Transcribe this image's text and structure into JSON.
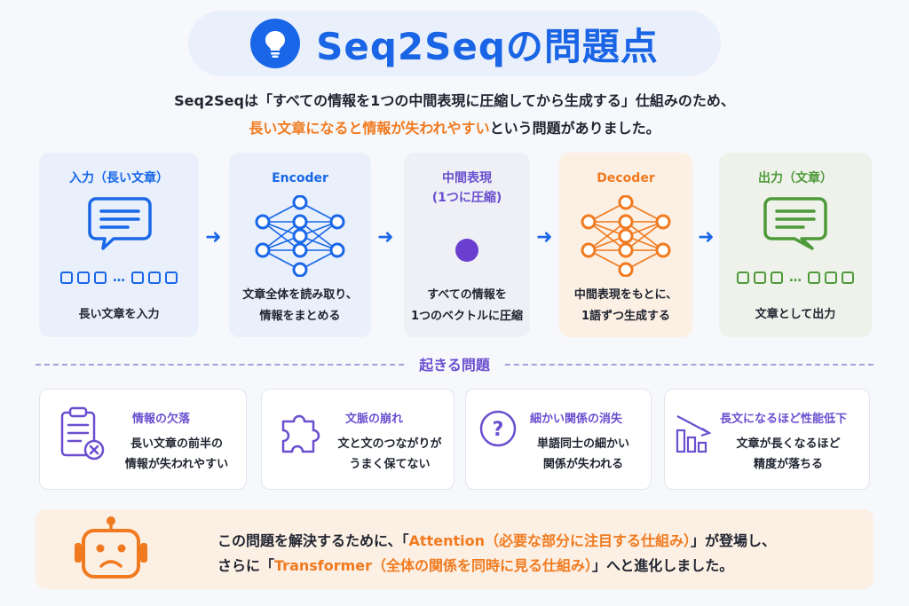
{
  "title": "Seq2Seqの問題点",
  "intro": {
    "line1": "Seq2Seqは「すべての情報を1つの中間表現に圧縮してから生成する」仕組みのため、",
    "line2_highlight": "長い文章になると情報が失われやすい",
    "line2_rest": "という問題がありました。"
  },
  "pipeline": {
    "input": {
      "title": "入力（長い文章）",
      "desc": "長い文章を入力"
    },
    "encoder": {
      "title": "Encoder",
      "desc1": "文章全体を読み取り、",
      "desc2": "情報をまとめる"
    },
    "middle": {
      "title1": "中間表現",
      "title2": "(1つに圧縮)",
      "desc1": "すべての情報を",
      "desc2": "1つのベクトルに圧縮"
    },
    "decoder": {
      "title": "Decoder",
      "desc1": "中間表現をもとに、",
      "desc2": "1語ずつ生成する"
    },
    "output": {
      "title": "出力（文章）",
      "desc": "文章として出力"
    },
    "dots": "…",
    "arrow": "➜"
  },
  "problems_label": "起きる問題",
  "problems": [
    {
      "title": "情報の欠落",
      "desc1": "長い文章の前半の",
      "desc2": "情報が失われやすい",
      "icon": "clipboard-x-icon"
    },
    {
      "title": "文脈の崩れ",
      "desc1": "文と文のつながりが",
      "desc2": "うまく保てない",
      "icon": "puzzle-icon"
    },
    {
      "title": "細かい関係の消失",
      "desc1": "単語同士の細かい",
      "desc2": "関係が失われる",
      "icon": "question-icon"
    },
    {
      "title": "長文になるほど性能低下",
      "desc1": "文章が長くなるほど",
      "desc2": "精度が落ちる",
      "icon": "declining-chart-icon"
    }
  ],
  "conclusion": {
    "l1_a": "この問題を解決するために、「",
    "l1_hl": "Attention（必要な部分に注目する仕組み）",
    "l1_b": "」が登場し、",
    "l2_a": "さらに「",
    "l2_hl": "Transformer（全体の関係を同時に見る仕組み）",
    "l2_b": "」へと進化しました。"
  },
  "colors": {
    "blue": "#1967e8",
    "purple": "#6a4fcf",
    "orange": "#f07a1f",
    "green": "#4e9a3a"
  }
}
